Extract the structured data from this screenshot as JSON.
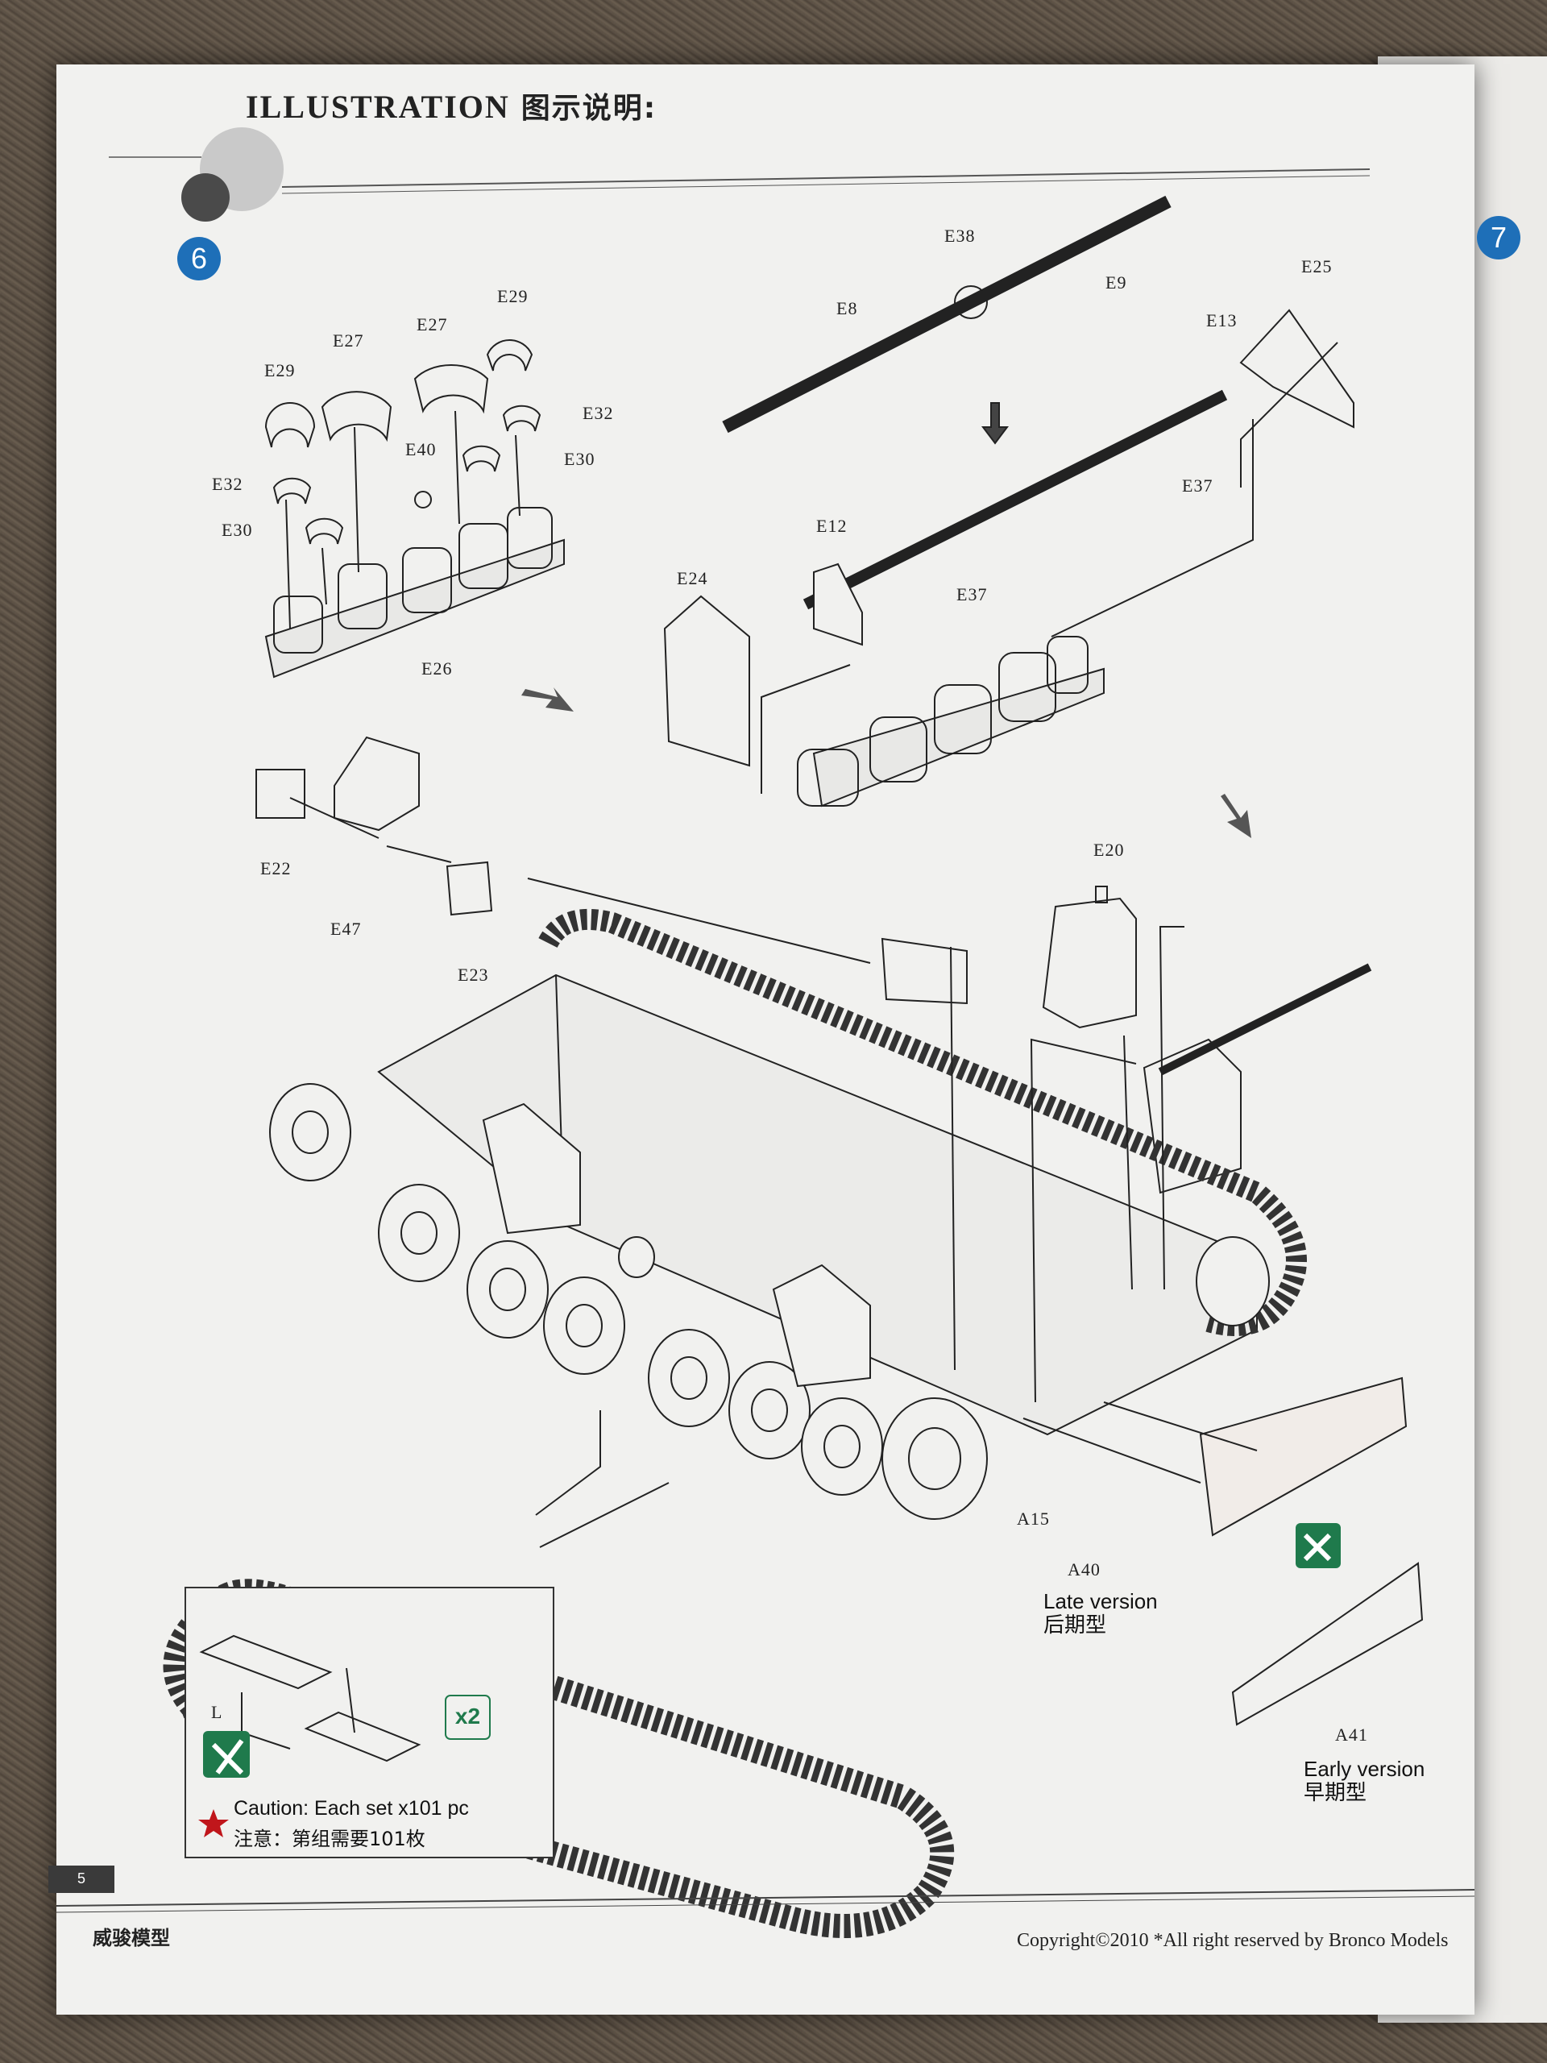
{
  "header": {
    "title": "ILLUSTRATION",
    "title_cn": "图示说明:"
  },
  "steps": {
    "current": "6",
    "next": "7"
  },
  "part_labels": {
    "E29_a": "E29",
    "E27_a": "E27",
    "E27_b": "E27",
    "E29_b": "E29",
    "E32_a": "E32",
    "E40": "E40",
    "E30_a": "E30",
    "E32_b": "E32",
    "E30_b": "E30",
    "E26": "E26",
    "E38": "E38",
    "E8": "E8",
    "E9": "E9",
    "E25": "E25",
    "E13": "E13",
    "E37_a": "E37",
    "E12": "E12",
    "E24": "E24",
    "E37_b": "E37",
    "E22": "E22",
    "E47": "E47",
    "E23": "E23",
    "E20": "E20",
    "A15": "A15",
    "A40": "A40",
    "A41": "A41"
  },
  "versions": {
    "late_en": "Late version",
    "late_cn": "后期型",
    "early_en": "Early version",
    "early_cn": "早期型"
  },
  "track_inset": {
    "side_label": "L",
    "multiplier": "x2",
    "caution_en": "Caution: Each set x101 pc",
    "caution_cn": "注意：第组需要101枚"
  },
  "footer": {
    "page_number": "5",
    "brand_cn": "威骏模型",
    "copyright": "Copyright©2010  *All right reserved by Bronco Models"
  },
  "colors": {
    "step_blue": "#1e6fb8",
    "paint_green": "#1f7a4c",
    "caution_star": "#c0161b"
  }
}
